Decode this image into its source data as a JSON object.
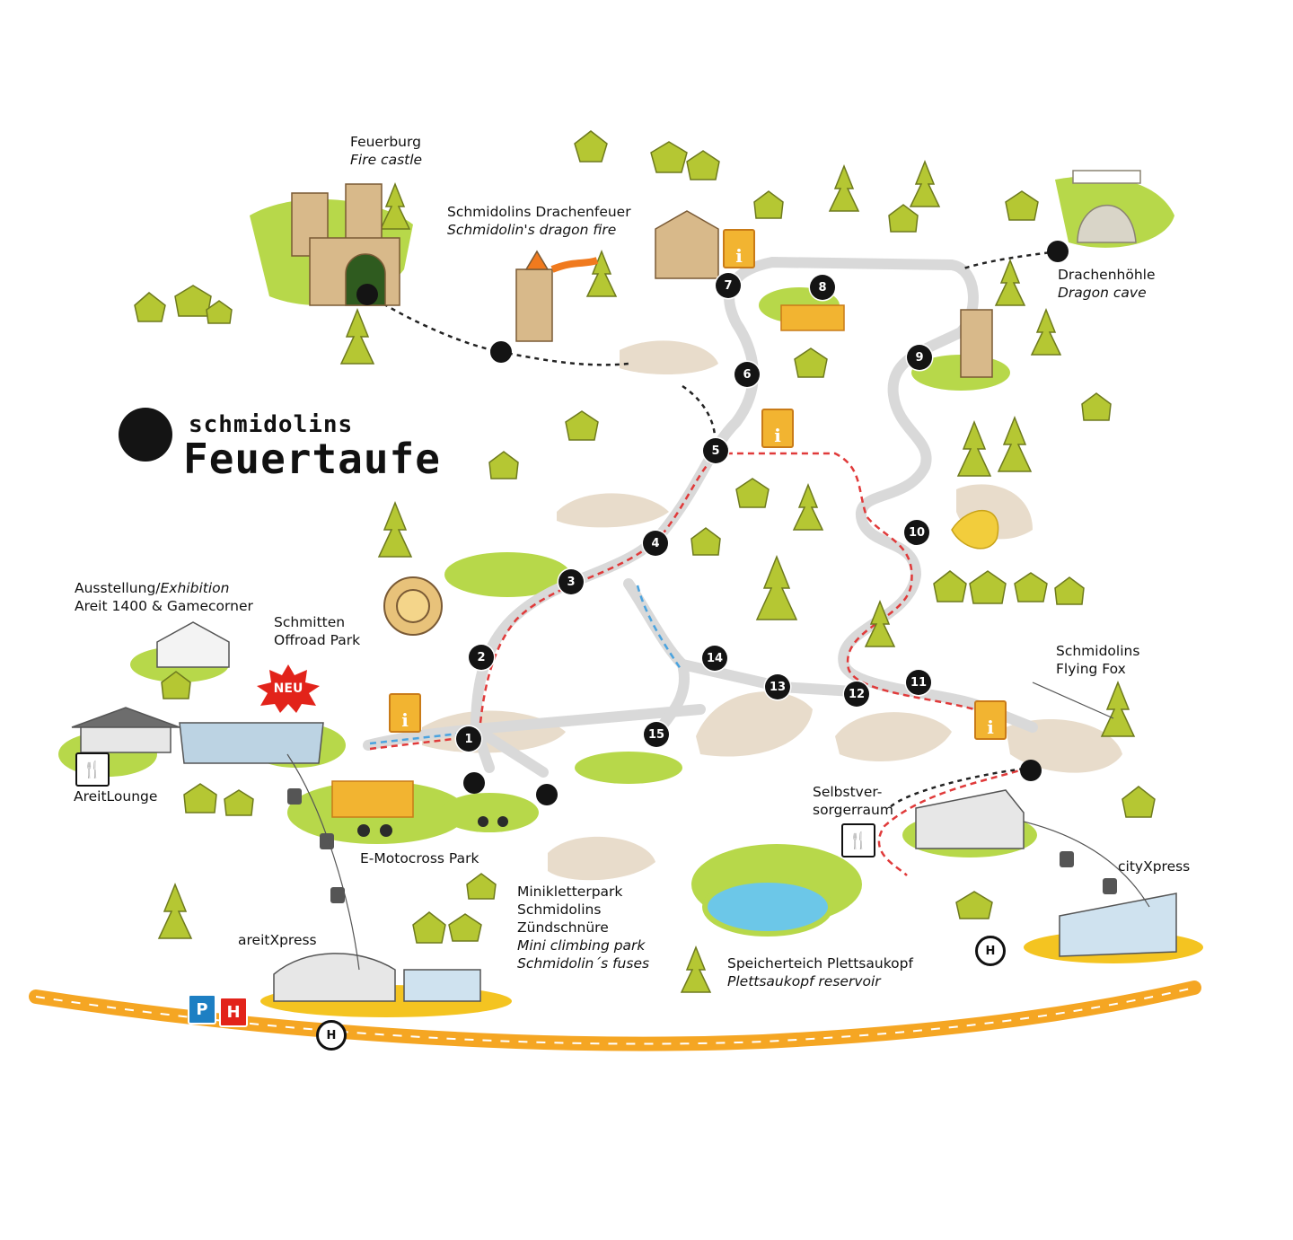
{
  "logo": {
    "line1": "schmidolins",
    "line2": "Feuertaufe"
  },
  "labels": {
    "feuerburg": {
      "de": "Feuerburg",
      "en": "Fire castle"
    },
    "drachenfeuer": {
      "de": "Schmidolins Drachenfeuer",
      "en": "Schmidolin's dragon fire"
    },
    "drachenhoehle": {
      "de": "Drachenhöhle",
      "en": "Dragon cave"
    },
    "ausstellung": {
      "de_a": "Ausstellung/",
      "en_a": "Exhibition",
      "de_b": "Areit 1400 & Gamecorner"
    },
    "offroad": {
      "l1": "Schmitten",
      "l2": "Offroad Park"
    },
    "flyingfox": {
      "l1": "Schmidolins",
      "l2": "Flying Fox"
    },
    "areitlounge": "AreitLounge",
    "motocross": "E-Motocross Park",
    "selbstversorger": {
      "l1": "Selbstver-",
      "l2": "sorgerraum"
    },
    "cityxpress": "cityXpress",
    "minikletterpark": {
      "l1": "Minikletterpark",
      "l2": "Schmidolins",
      "l3": "Zündschnüre",
      "l4": "Mini climbing park",
      "l5": "Schmidolin´s fuses"
    },
    "areitxpress": "areitXpress",
    "speicherteich": {
      "de": "Speicherteich Plettsaukopf",
      "en": "Plettsaukopf reservoir"
    }
  },
  "badges": {
    "neu": "NEU",
    "parking": "P",
    "hospital": "H",
    "bus": "H",
    "info": "i",
    "restaurant": "🍴"
  },
  "stations": [
    "1",
    "2",
    "3",
    "4",
    "5",
    "6",
    "7",
    "8",
    "9",
    "10",
    "11",
    "12",
    "13",
    "14",
    "15"
  ],
  "colors": {
    "grass": "#a9cf3a",
    "tree": "#b5c733",
    "path": "#e9e2d5",
    "road": "#f5a623",
    "red_track": "#e03a3a",
    "blue_track": "#4aa3df"
  }
}
